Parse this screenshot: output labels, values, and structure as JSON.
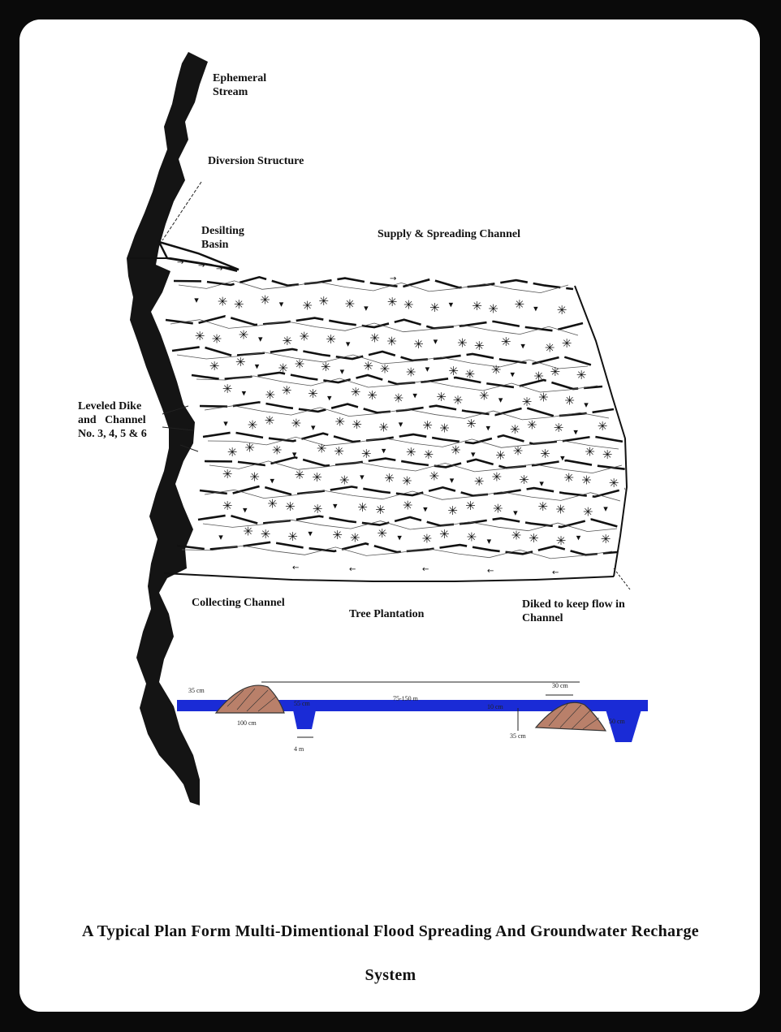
{
  "labels": {
    "ephemeral_stream": "Ephemeral\nStream",
    "diversion_structure": "Diversion Structure",
    "desilting_basin": "Desilting\nBasin",
    "supply_channel": "Supply & Spreading Channel",
    "leveled_dike": "Leveled Dike\nand   Channel\nNo. 3, 4, 5 & 6",
    "collecting_channel": "Collecting Channel",
    "tree_plantation": "Tree Plantation",
    "diked_flow": "Diked to keep flow in\nChannel"
  },
  "cross_section": {
    "dims": {
      "d35_left": "35 cm",
      "d100": "100 cm",
      "d55": "55 cm",
      "d4m": "4 m",
      "d75_150": "75-150 m",
      "d30": "30 cm",
      "d10": "10 cm",
      "d35_right": "35 cm",
      "d50": "50 cm"
    },
    "water_color": "#1a2bd6",
    "dike_fill": "#b9806a"
  },
  "caption": {
    "line1": "A Typical Plan Form Multi-Dimentional Flood Spreading And Groundwater Recharge",
    "line2": "System"
  },
  "colors": {
    "ink": "#111111",
    "stream": "#141414",
    "background_frame": "#0a0a0a"
  }
}
